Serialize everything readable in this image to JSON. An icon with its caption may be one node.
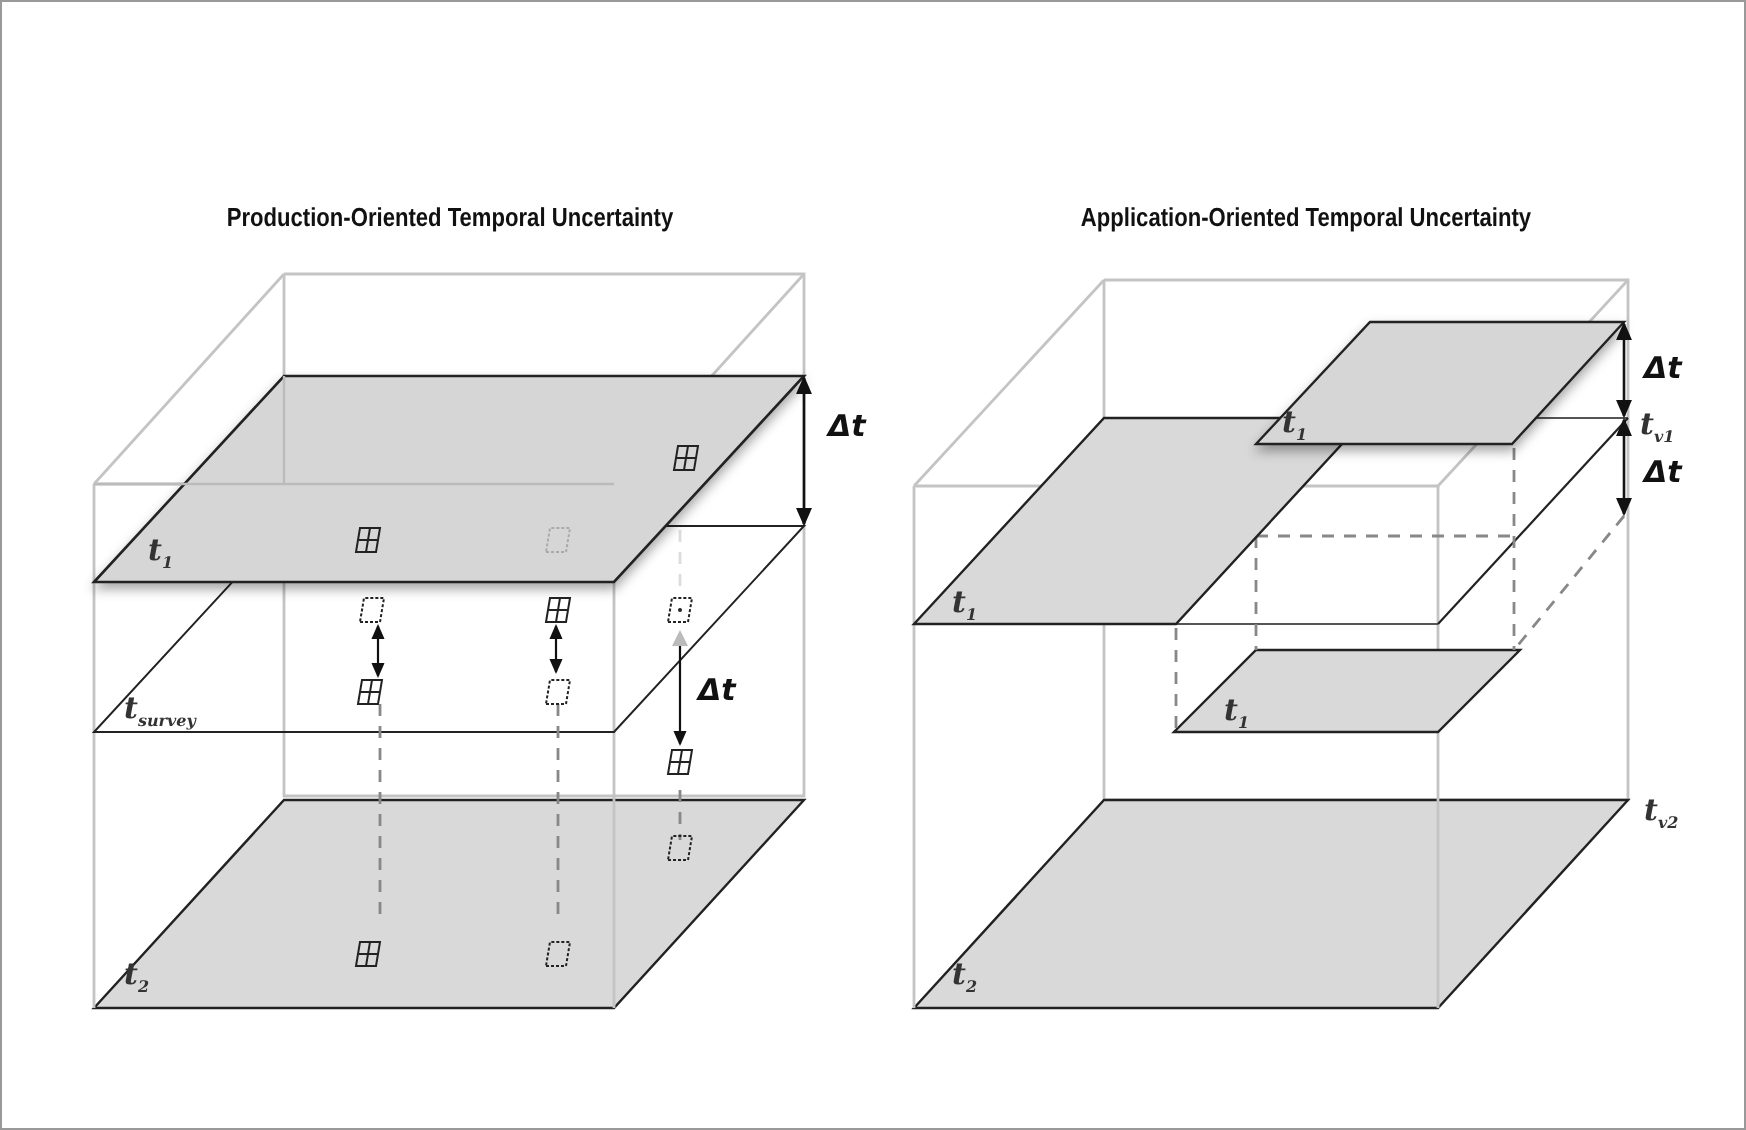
{
  "diagram": {
    "labels": [
      "Production-Oriented Temporal Uncertainty",
      "Application-Oriented Temporal Uncertainty",
      "Δt",
      "t$_{1}$",
      "Δt",
      "t$_{survey}$",
      "t$_{2}$",
      "Δt",
      "t$_{1}$",
      "t$_{v1}$",
      "Δt",
      "t$_{1}$",
      "t$_{1}$",
      "t$_{v2}$",
      "t$_{2}$"
    ]
  }
}
